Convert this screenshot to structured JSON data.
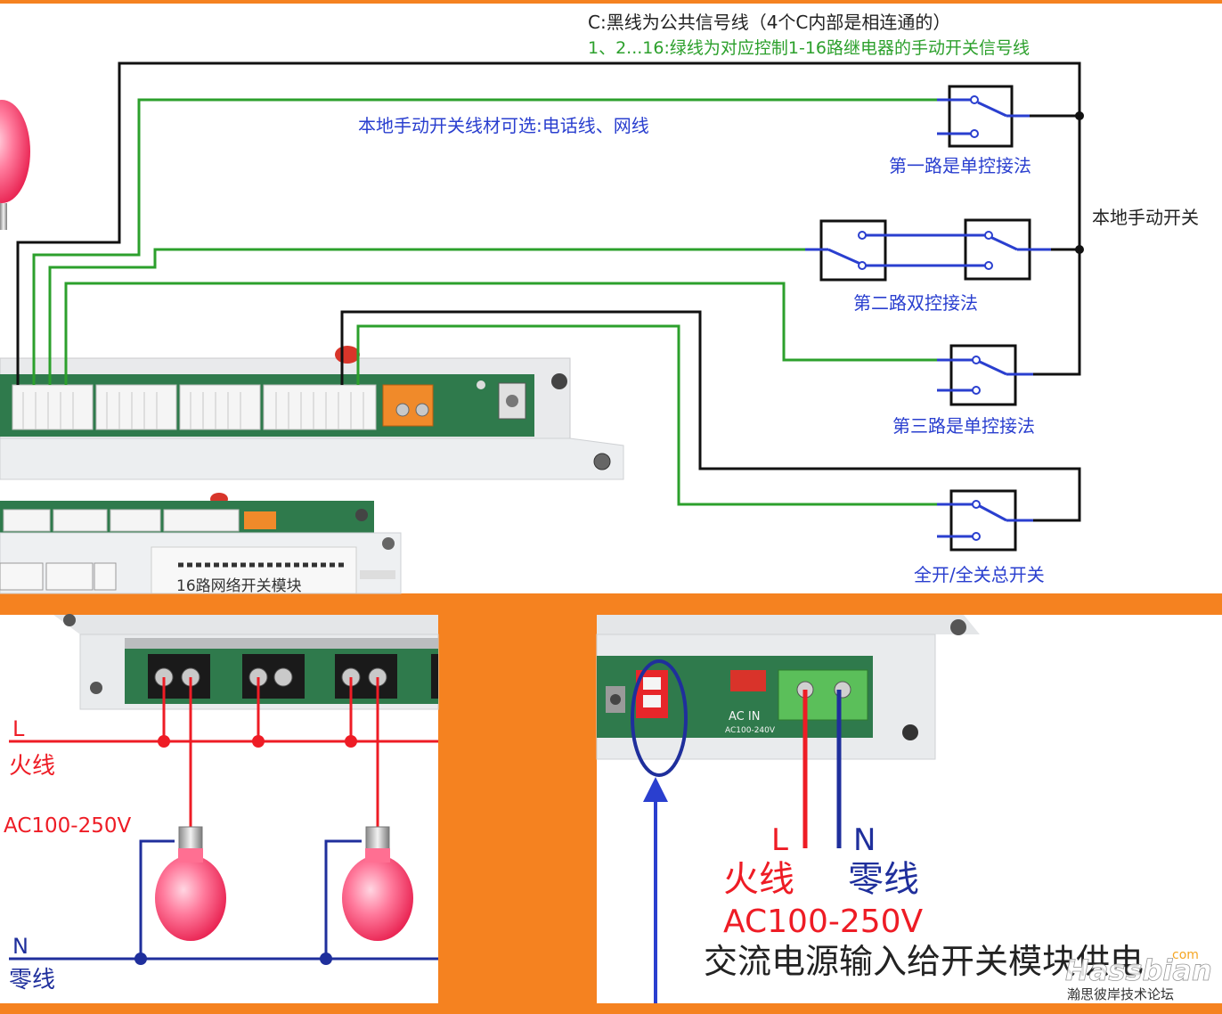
{
  "colors": {
    "frame": "#f58220",
    "common_wire": "#111111",
    "signal_wire": "#2ca02c",
    "live_wire": "#ee1c25",
    "neutral_wire": "#1f2f9c",
    "blue_text": "#2a3fcf",
    "green_text": "#2ca02c",
    "red_text": "#e8141e"
  },
  "top_panel": {
    "legend_common": "C:黑线为公共信号线（4个C内部是相连通的）",
    "legend_signal": "1、2...16:绿线为对应控制1-16路继电器的手动开关信号线",
    "wire_material_note": "本地手动开关线材可选:电话线、网线",
    "local_switch_label": "本地手动开关",
    "switch_1_label": "第一路是单控接法",
    "switch_2_label": "第二路双控接法",
    "switch_3_label": "第三路是单控接法",
    "master_switch_label": "全开/全关总开关",
    "module_label": "16路网络开关模块"
  },
  "bottom_left_panel": {
    "live_letter": "L",
    "live_label": "火线",
    "voltage": "AC100-250V",
    "neutral_letter": "N",
    "neutral_label": "零线"
  },
  "bottom_right_panel": {
    "board_label": "AC IN",
    "board_sublabel": "AC100-240V",
    "live_letter": "L",
    "neutral_letter": "N",
    "live_label": "火线",
    "neutral_label": "零线",
    "voltage": "AC100-250V",
    "caption": "交流电源输入给开关模块供电"
  },
  "watermark": {
    "brand": "Hassbian",
    "suffix": "com",
    "forum": "瀚思彼岸技术论坛"
  }
}
